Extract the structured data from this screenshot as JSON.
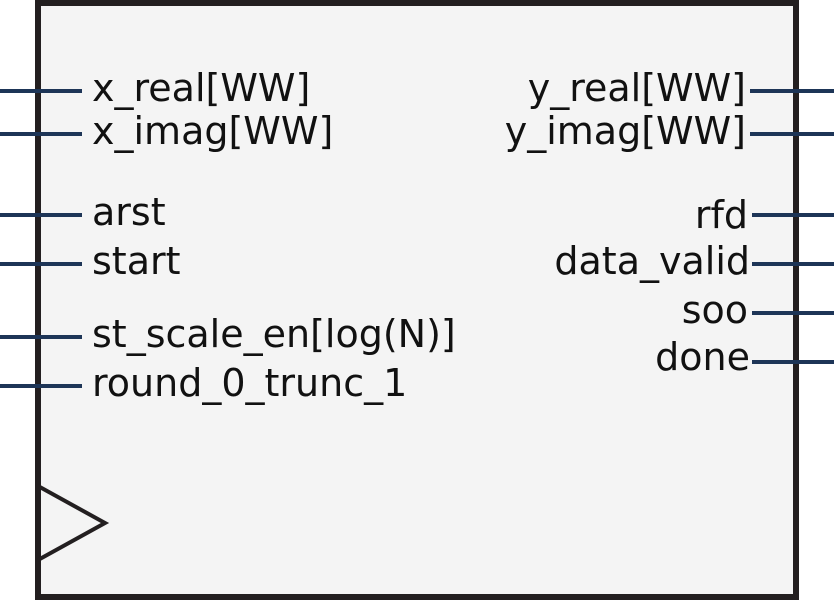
{
  "block": {
    "fill": "#f4f4f4",
    "border_color": "#231f20",
    "wire_color": "#1d3557",
    "clock_input": true
  },
  "inputs": [
    {
      "label": "x_real[WW]"
    },
    {
      "label": "x_imag[WW]"
    },
    {
      "label": "arst"
    },
    {
      "label": "start"
    },
    {
      "label": "st_scale_en[log(N)]"
    },
    {
      "label": "round_0_trunc_1"
    }
  ],
  "outputs": [
    {
      "label": "y_real[WW]"
    },
    {
      "label": "y_imag[WW]"
    },
    {
      "label": "rfd"
    },
    {
      "label": "data_valid"
    },
    {
      "label": "soo"
    },
    {
      "label": "done"
    }
  ]
}
